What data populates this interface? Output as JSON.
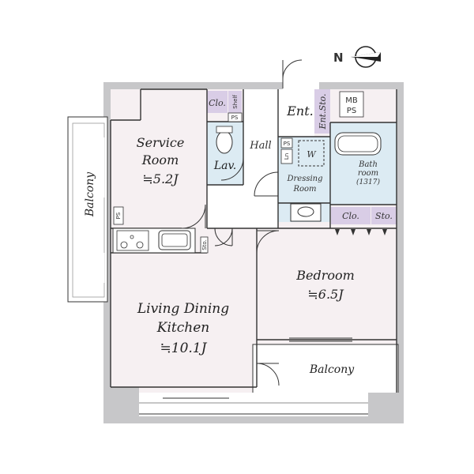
{
  "colors": {
    "wall": "#c7c7c9",
    "room": "#f6f0f2",
    "wet": "#dcebf3",
    "closet": "#d9cde6",
    "line": "#333333",
    "balcony": "#ffffff"
  },
  "compass": {
    "north": "N"
  },
  "rooms": {
    "service": {
      "line1": "Service",
      "line2": "Room",
      "area": "≒5.2J"
    },
    "ldk": {
      "line1": "Living Dining",
      "line2": "Kitchen",
      "area": "≒10.1J"
    },
    "bedroom": {
      "line1": "Bedroom",
      "area": "≒6.5J"
    },
    "hall": "Hall",
    "entrance": "Ent.",
    "lavatory": "Lav.",
    "dressing": {
      "line1": "Dressing",
      "line2": "Room"
    },
    "bath": {
      "line1": "Bath",
      "line2": "room",
      "size": "(1317)"
    },
    "balcony_left": "Balcony",
    "balcony_bottom": "Balcony"
  },
  "storage": {
    "clo_top": "Clo.",
    "shelf": "Shelf",
    "ps_top": "PS",
    "ent_sto": "Ent.Sto.",
    "mb_ps_1": "MB",
    "mb_ps_2": "PS",
    "bed_clo": "Clo.",
    "bed_sto": "Sto.",
    "kitchen_sto": "Sto.",
    "ps_kitchen": "PS",
    "ps_dressing": "PS",
    "ln": "Ln",
    "w": "W"
  }
}
